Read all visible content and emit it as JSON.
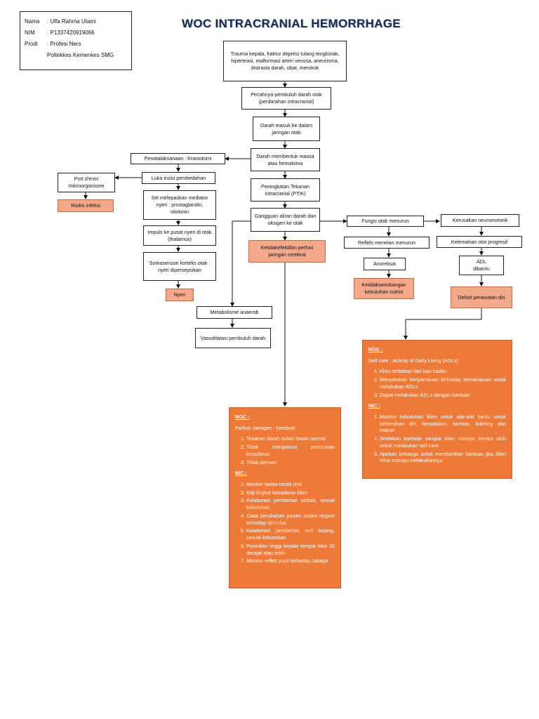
{
  "student": {
    "name_label": "Nama",
    "name_value": ": Ulfa Rahma Utami",
    "nim_label": "NIM",
    "nim_value": ": P1337420919066",
    "prodi_label": "Prodi",
    "prodi_value": ": Profesi Ners",
    "institution": "Poltekkes Kemenkes SMG"
  },
  "title": "WOC INTRACRANIAL HEMORRHAGE",
  "nodes": {
    "trauma": "Trauma kepala, fraktur depresi tulang tengkorak, hiperteasi, malformasi arteri venosa, aneurisma, distrasia darah, obat, merokok",
    "pecahnya": "Pecahnya pembuluh darah otak (perdarahan intracranial)",
    "darah_masuk": "Darah masuk ke dalam jaringan otak",
    "hematoma": "Darah membentuk massa atau hematoma",
    "penatalaksanaan": "Penatalaksanaan : Kraniotomi",
    "luka_insisi": "Luka insisi pembedahan",
    "port_entri": "Port d'entri mikroorganisme",
    "risiko_infeksi": "Risiko infeksi",
    "sel_melepaskan": "Sel melepaskan mediator nyeri : prostaglandin, sitokinin",
    "impuls": "Impuls ke pusat nyeri di otak (thalamus)",
    "somasensori": "Somasensori korteks otak : nyeri dipersepsikan",
    "nyeri": "Nyeri",
    "ptik": "Peningkatan Tekanan Intracranial (PTIK)",
    "gangguan": "Gangguan aliran darah dan oksigen ke otak",
    "ketidakefektifan": "Ketidakefektifan perfusi jaringan cerebral",
    "metabolisme": "Metabolisme anaerob",
    "vasodilatasi": "Vasodilatasi pembuluh darah",
    "fungsi_otak": "Fungsi otak menurun",
    "refleks": "Reflels menelan menurun",
    "anoreksia": "Anoreksia",
    "ketidakseimbangan": "Ketidakseimbangan kebutuhan nutrisi",
    "kerusakan": "Kerusakan neuromotorik",
    "kelemahan": "Kelemahan otot progresif",
    "adl_1": "ADL",
    "adl_2": "dibantu",
    "defisit": "Defisit perawatan diri"
  },
  "panel_left": {
    "noc_heading": "NOC :",
    "noc_subtitle": "Perfusi Jaringan : Serebral",
    "noc_items": [
      "Tekanan darah dalam batas normal",
      "Tidak mengalami penurunan kesadaran",
      "Tidak demam"
    ],
    "nic_heading": "NIC :",
    "nic_items": [
      "Monitor tanda-tanda vital",
      "Kaji tingkat kesadaran klien",
      "Kolaborasi pemberian sedasi, sesuai kebutuhan",
      "Catat perubahan pasien dalam respon terhadap stimulus",
      "Kolaborasi pemberian anti kejang, sesuai kebutuhan",
      "Posisikan tinggi kepala tempat tidur 30 derajat atau lebih",
      "Monitor reflek pupil terhadap cahaya"
    ]
  },
  "panel_right": {
    "noc_heading": "NOC :",
    "noc_subtitle": "Self care : Acticity of Daily Living (ADLs)",
    "noc_items": [
      "Klien terbebas dari bau badan",
      "Menyatakan kenyamanan terhadap kemampuan untuk melakukan ADLs",
      "Dapat melakukan ADLs dengan bantuan"
    ],
    "nic_heading": "NIC :",
    "nic_items": [
      "Monitor kebutuhan klien untuk alat-alat bantu untuk kebersihan diri, berpakaian, berhias, toileting dan makan",
      "Sediakan bantuan sampai klien mampu secara utuh untuk melakukan self-care",
      "Ajarkan keluarga untuk memberikan bantuan jika klien tidak mampu melakukannya"
    ]
  },
  "colors": {
    "salmon_box": "#f4a98a",
    "orange_panel": "#ee7a3a",
    "title_color": "#1a2a4a"
  }
}
